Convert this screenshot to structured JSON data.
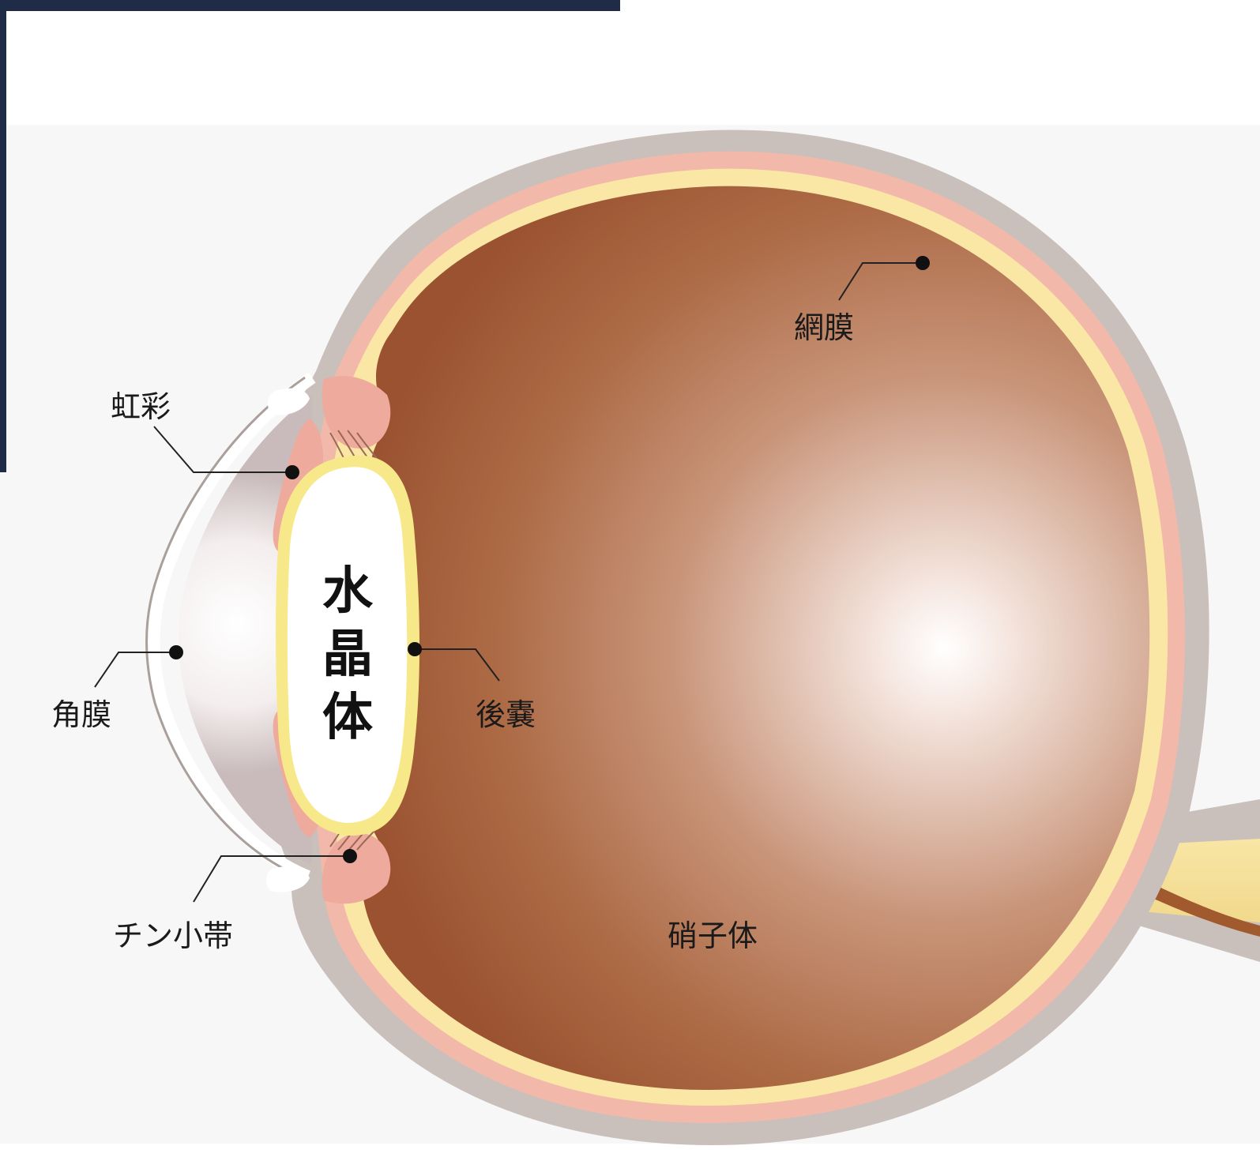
{
  "diagram": {
    "labels": {
      "retina": "網膜",
      "iris": "虹彩",
      "cornea": "角膜",
      "posterior_capsule": "後嚢",
      "zonule": "チン小帯",
      "vitreous": "硝子体",
      "lens": [
        "水",
        "晶",
        "体"
      ]
    }
  },
  "colors": {
    "frame_dark": "#1f2b47",
    "backdrop": "#f7f7f7",
    "sclera": "#c9bfbb",
    "choroid": "#f2b9aa",
    "retina": "#fbe7a5",
    "vitreous_dark": "#a25a33",
    "vitreous_light": "#ffffff",
    "lens_rim": "#f7e98a",
    "iris": "#eeaa9c"
  }
}
